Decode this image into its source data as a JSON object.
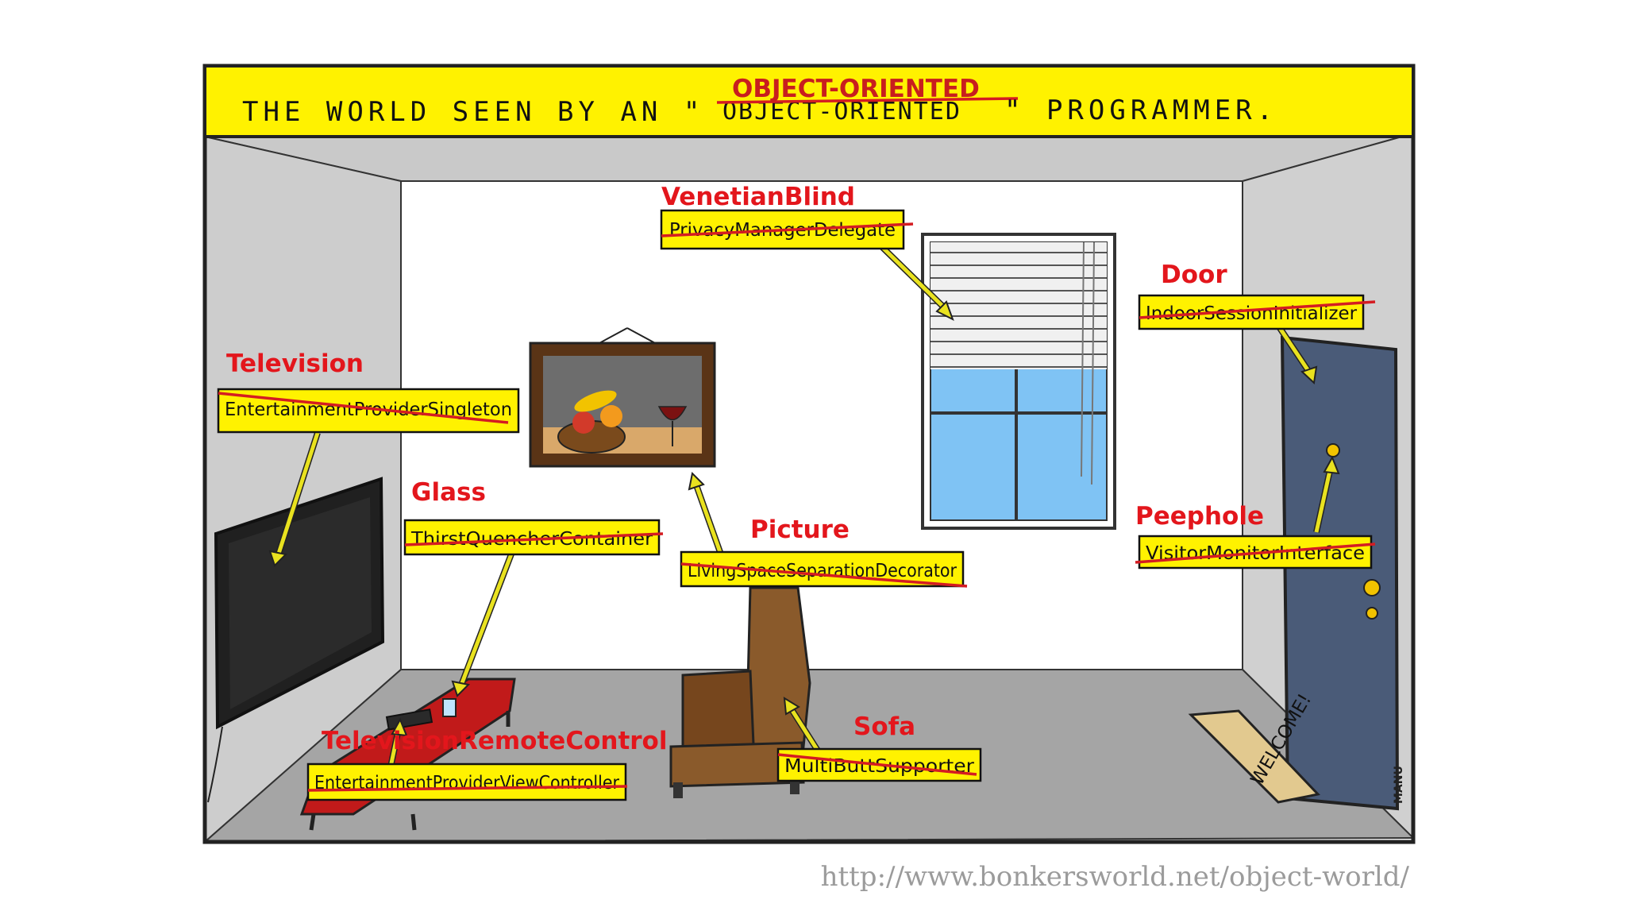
{
  "title": {
    "prefix": "THE WORLD SEEN BY AN \"",
    "crossed": "OBJECT-ORIENTED",
    "replacement": "OBJECT-ORIENTED",
    "suffix": "\" PROGRAMMER."
  },
  "labels": {
    "venetian_blind": {
      "name": "VenetianBlind",
      "crossed": "PrivacyManagerDelegate"
    },
    "door": {
      "name": "Door",
      "crossed": "IndoorSessionInitializer"
    },
    "television": {
      "name": "Television",
      "crossed": "EntertainmentProviderSingleton"
    },
    "glass": {
      "name": "Glass",
      "crossed": "ThirstQuencherContainer"
    },
    "picture": {
      "name": "Picture",
      "crossed": "LivingSpaceSeparationDecorator"
    },
    "peephole": {
      "name": "Peephole",
      "crossed": "VisitorMonitorInterface"
    },
    "remote": {
      "name": "TelevisionRemoteControl",
      "crossed": "EntertainmentProviderViewController"
    },
    "sofa": {
      "name": "Sofa",
      "crossed": "MultiButtSupporter"
    }
  },
  "doormat_text": "WELCOME!",
  "artist_mark": "MANU",
  "source_url": "http://www.bonkersworld.net/object-world/",
  "colors": {
    "tag_yellow": "#fff200",
    "label_red": "#e3161c",
    "wall_grey": "#c8c8c8",
    "floor_grey": "#a3a3a3",
    "door_blue": "#4a5b78",
    "table_red": "#c11a1a",
    "sofa_brown": "#8a5a2b"
  }
}
